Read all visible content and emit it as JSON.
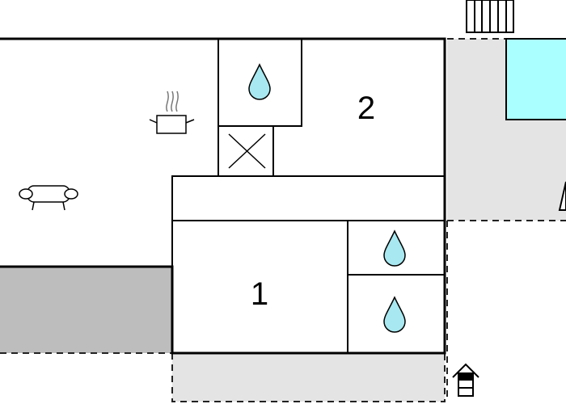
{
  "rooms": [
    {
      "label": "1"
    },
    {
      "label": "2"
    }
  ],
  "colors": {
    "pool": "#aaffff",
    "terrace_dark": "#bdbdbd",
    "outdoor_light": "#e4e4e4",
    "water_drop": "#a8e8f0"
  },
  "icons": [
    "water-drop-icon",
    "stove-pot-icon",
    "sofa-icon",
    "stairs-icon",
    "entrance-icon",
    "pool",
    "triangle-marker"
  ]
}
